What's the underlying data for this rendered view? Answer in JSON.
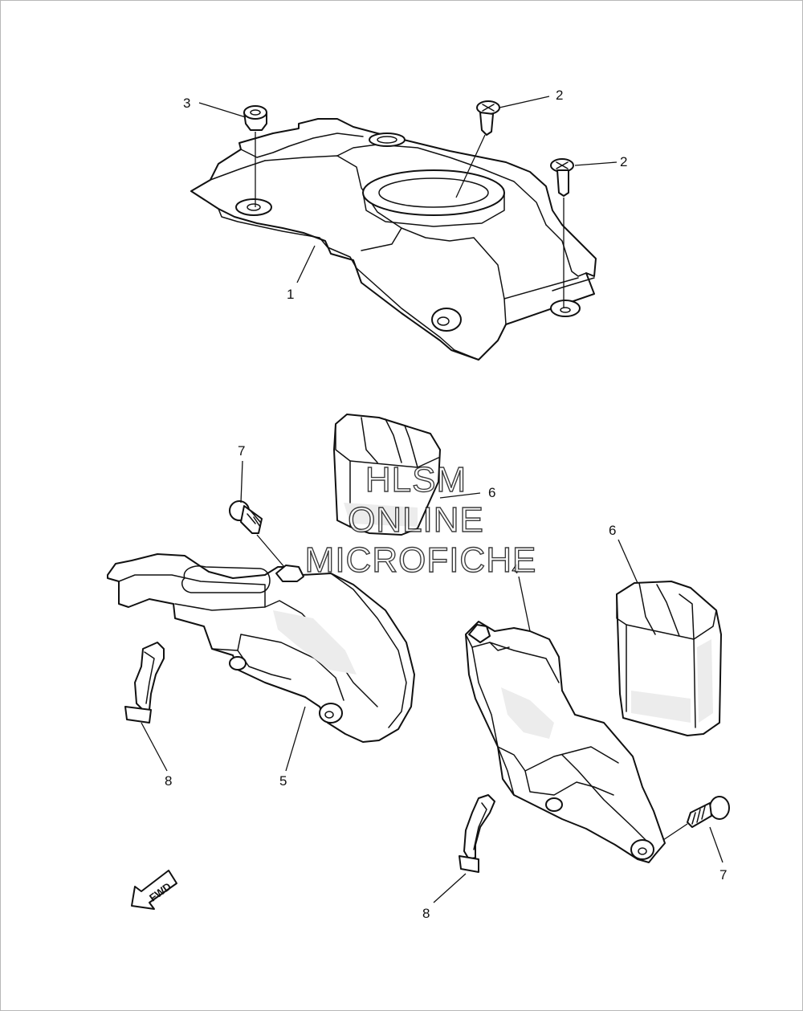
{
  "callouts": {
    "part_1": "1",
    "part_2a": "2",
    "part_2b": "2",
    "part_3": "3",
    "part_4": "4",
    "part_5": "5",
    "part_6a": "6",
    "part_6b": "6",
    "part_7a": "7",
    "part_7b": "7",
    "part_8a": "8",
    "part_8b": "8"
  },
  "watermark": {
    "line1": "HLSM",
    "line2": "ONLINE",
    "line3": "MICROFICHE"
  },
  "direction_badge": "FWD",
  "colors": {
    "line": "#111111",
    "background": "#ffffff",
    "frame": "#b8b8b8"
  }
}
